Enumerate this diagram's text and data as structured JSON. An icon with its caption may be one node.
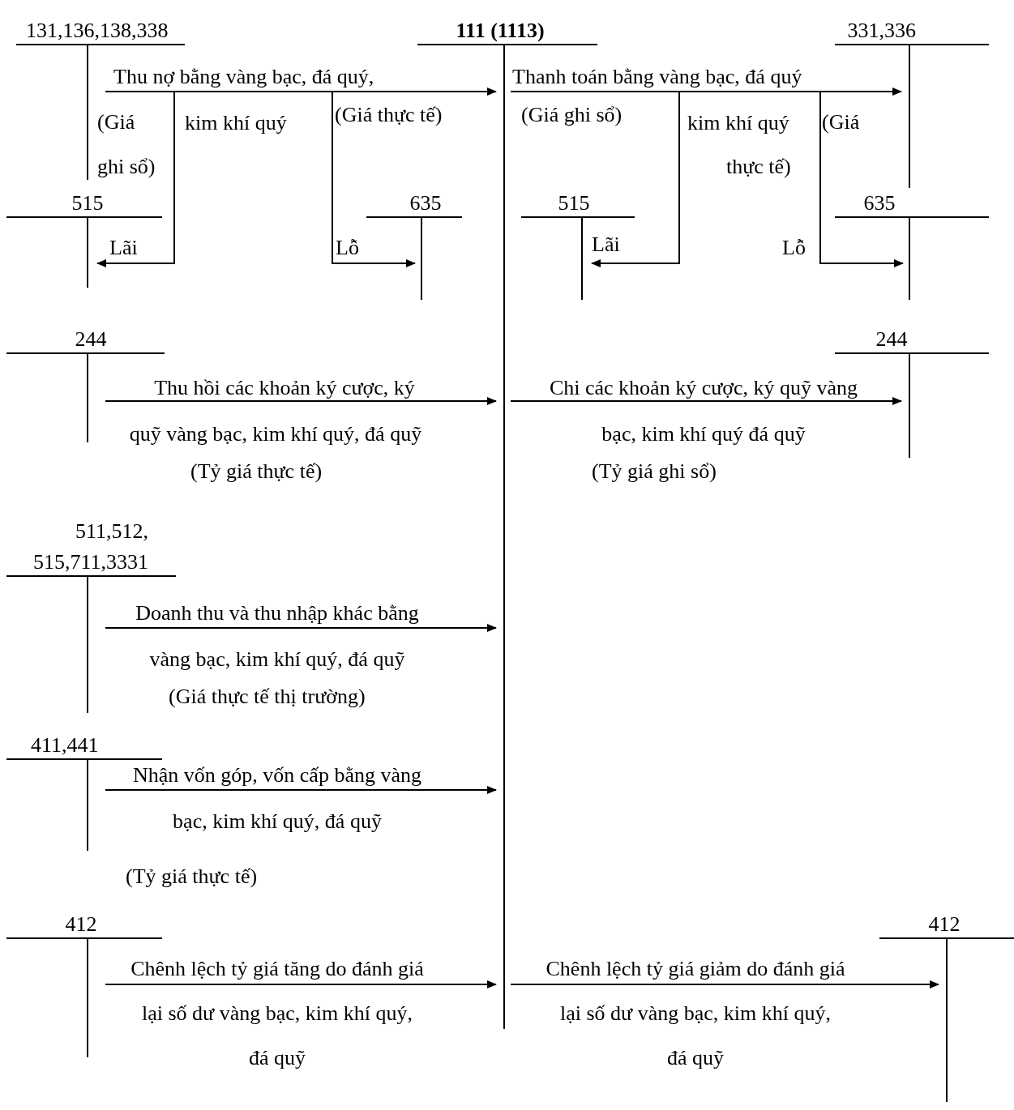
{
  "diagram": {
    "nodes": [
      {
        "text": [
          "131,136,138,338"
        ]
      },
      {
        "text": [
          "111 (1113)"
        ]
      },
      {
        "text": [
          "331,336"
        ]
      },
      {
        "text": [
          "515"
        ]
      },
      {
        "text": [
          "635"
        ]
      },
      {
        "text": [
          "515"
        ]
      },
      {
        "text": [
          "635"
        ]
      },
      {
        "text": [
          "244"
        ]
      },
      {
        "text": [
          "244"
        ]
      },
      {
        "text": [
          "511,512, 515,711,3331"
        ]
      },
      {
        "text": [
          "411,441"
        ]
      },
      {
        "text": [
          "412"
        ]
      },
      {
        "text": [
          "412"
        ]
      }
    ],
    "edges": [
      {
        "from": 0,
        "to": 1,
        "arrow": "to",
        "label": "Thu nợ bằng vàng bạc, đá quý, kim khí quý"
      },
      {
        "from": 0,
        "to": 3,
        "arrow": "to",
        "label": "Lãi"
      },
      {
        "from": 0,
        "to": 4,
        "arrow": "to",
        "label": "Lỗ"
      },
      {
        "from": 1,
        "to": 2,
        "arrow": "to",
        "label": "Thanh toán bằng vàng bạc, đá quý kim khí quý"
      },
      {
        "from": 1,
        "to": 5,
        "arrow": "to",
        "label": "Lãi"
      },
      {
        "from": 1,
        "to": 6,
        "arrow": "to",
        "label": "Lỗ"
      },
      {
        "from": 7,
        "to": 1,
        "arrow": "to",
        "label": "Thu hồi các khoản ký cược, ký quỹ vàng bạc, kim khí quý, đá quỹ"
      },
      {
        "from": 1,
        "to": 8,
        "arrow": "to",
        "label": "Chi các khoản ký cược, ký quỹ vàng bạc, kim khí quý đá quỹ"
      },
      {
        "from": 9,
        "to": 1,
        "arrow": "to",
        "label": "Doanh thu và thu nhập khác bằng vàng bạc, kim khí quý, đá quỹ"
      },
      {
        "from": 10,
        "to": 1,
        "arrow": "to",
        "label": "Nhận vốn góp, vốn cấp bằng vàng bạc, kim khí quý, đá quỹ"
      },
      {
        "from": 11,
        "to": 1,
        "arrow": "to",
        "label": "Chênh lệch tỷ giá tăng do đánh giá lại số dư vàng bạc, kim khí quý, đá quỹ"
      },
      {
        "from": 1,
        "to": 12,
        "arrow": "to",
        "label": "Chênh lệch tỷ giá giảm do đánh giá lại số dư vàng bạc, kim khí quý, đá quỹ"
      }
    ],
    "labels": [
      "(Giá ghi sổ)",
      "(Giá thực tế)",
      "(Giá ghi sổ)",
      "(Giá thực tế)",
      "(Tỷ giá thực tế)",
      "(Tỷ giá ghi sổ)",
      "(Giá thực tế thị trường)",
      "(Tỷ giá thực tế)"
    ]
  }
}
